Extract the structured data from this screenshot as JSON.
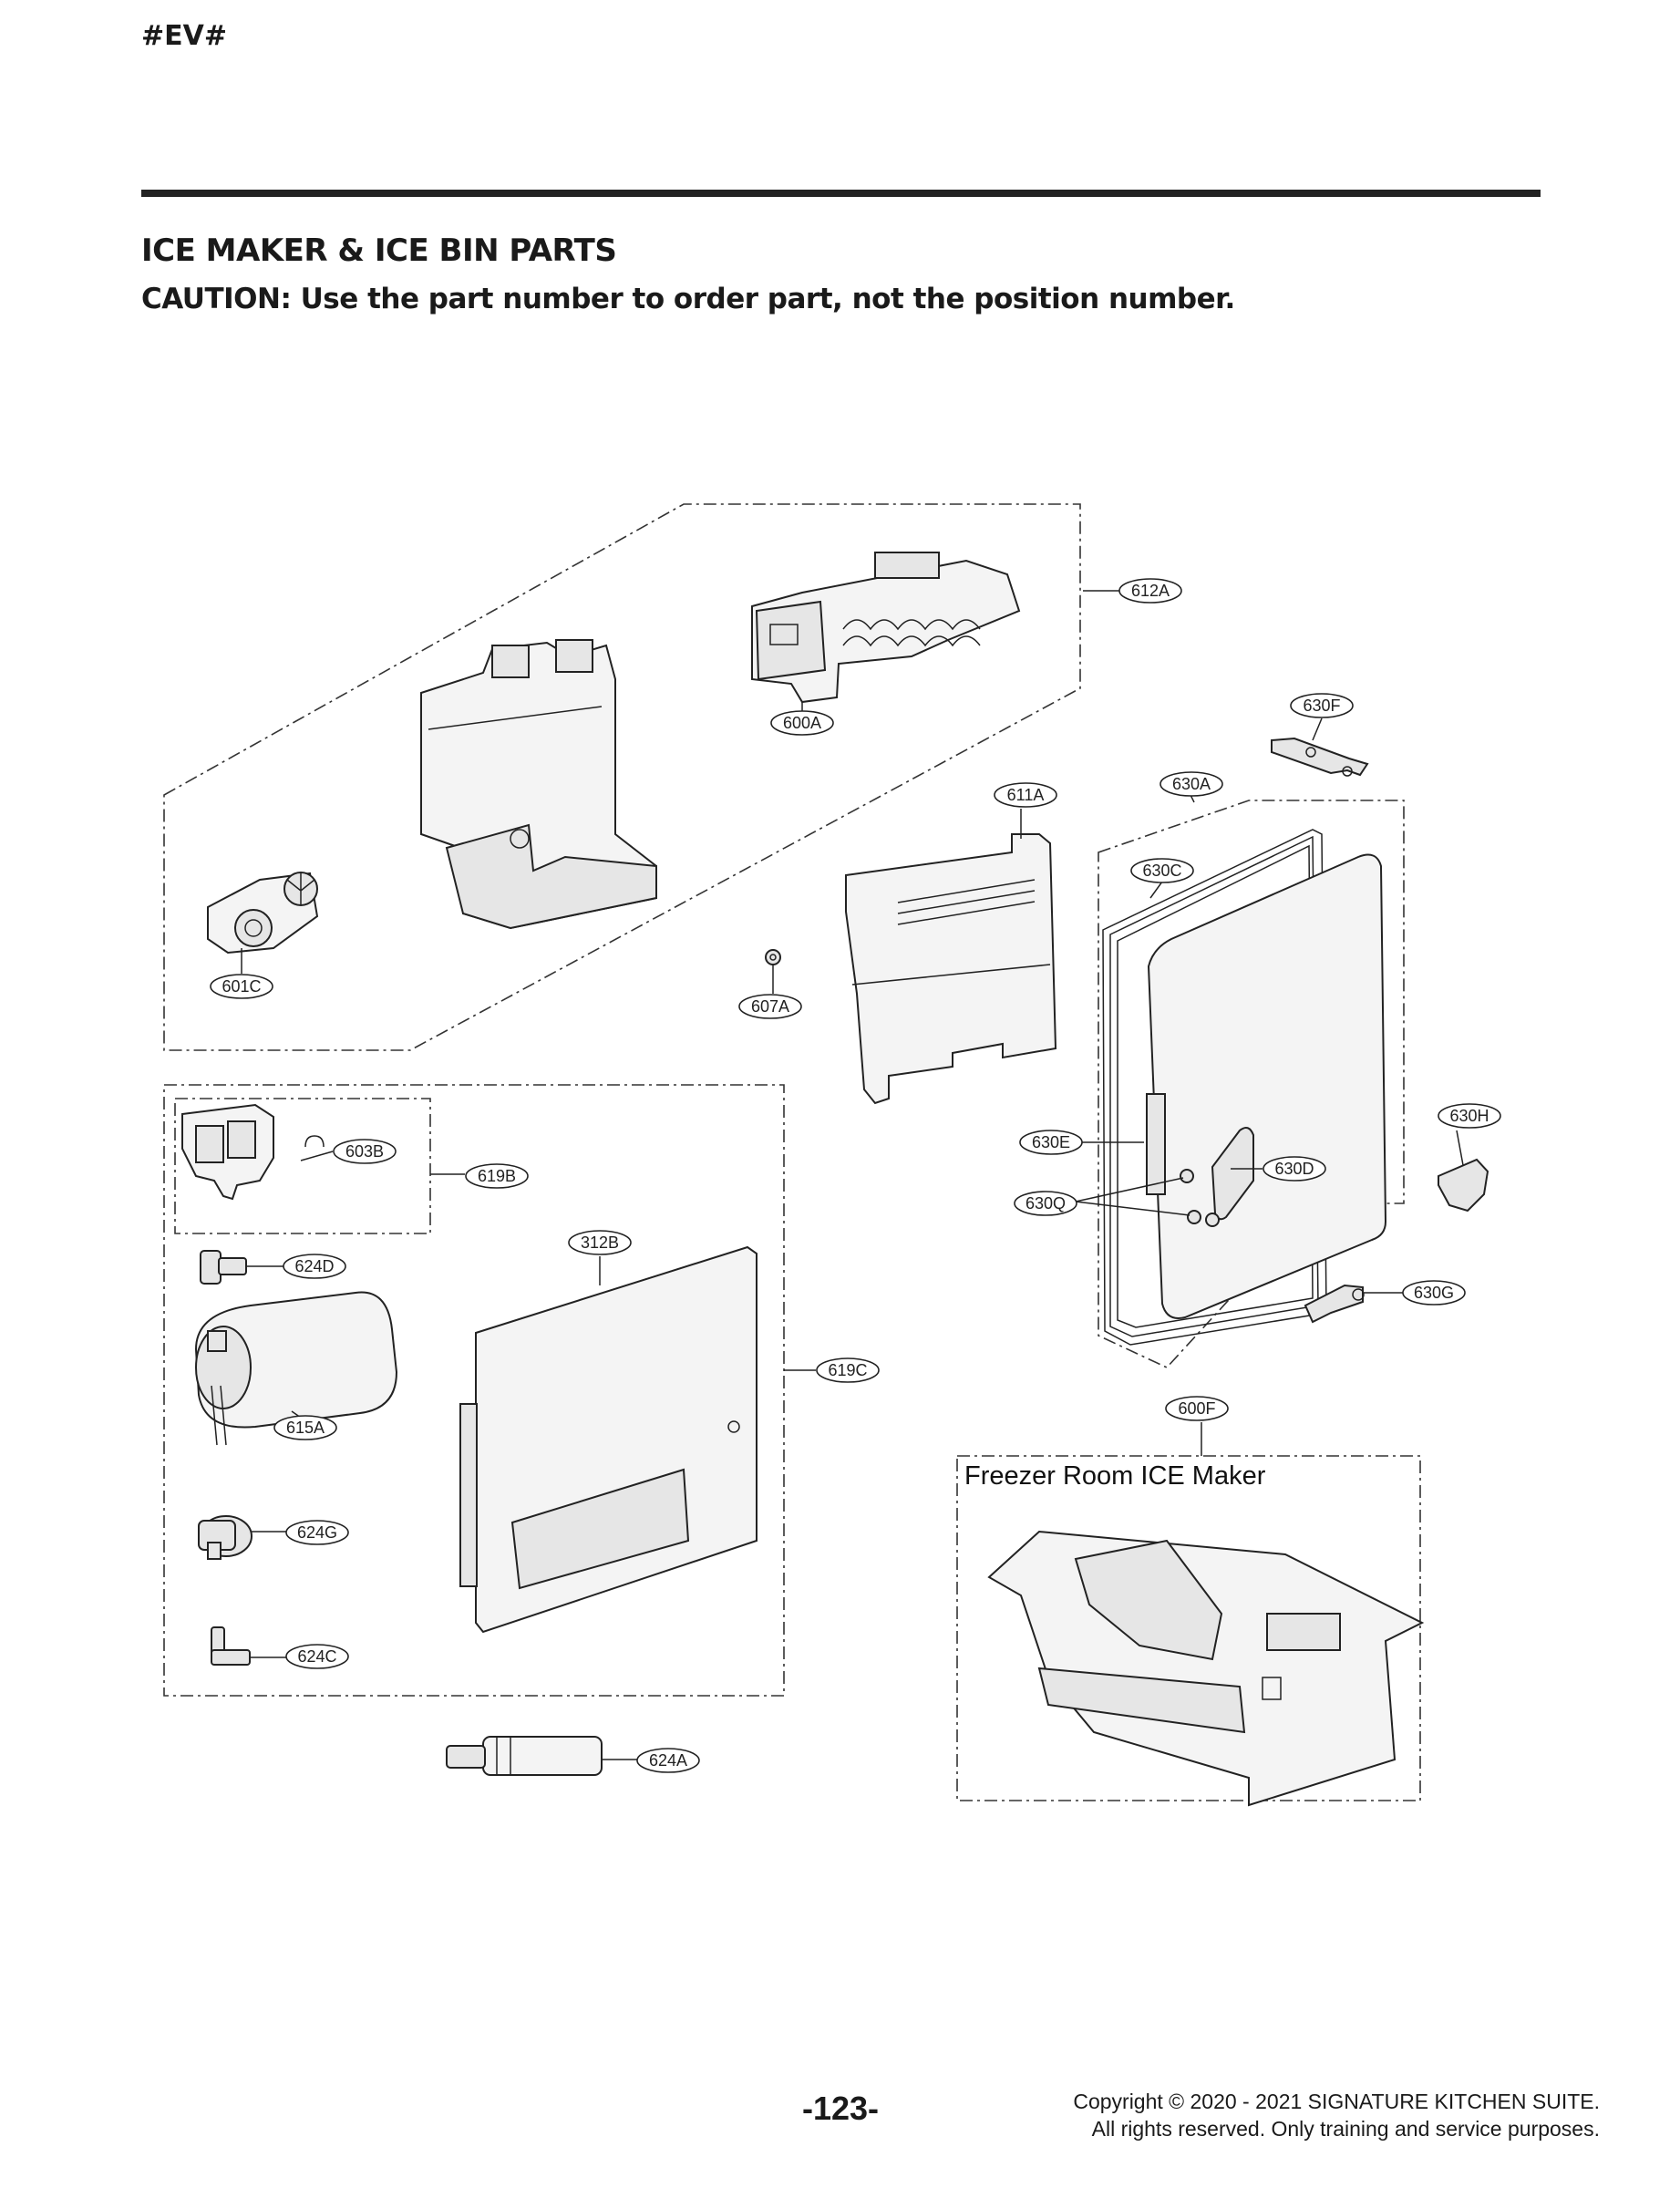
{
  "header": {
    "code": "#EV#",
    "title": "ICE MAKER & ICE BIN PARTS",
    "caution": "CAUTION: Use the part number to order part, not the position number."
  },
  "diagram": {
    "labels": {
      "p612A": "612A",
      "p600A": "600A",
      "p601C": "601C",
      "p607A": "607A",
      "p611A": "611A",
      "p630A": "630A",
      "p630F": "630F",
      "p630C": "630C",
      "p630H": "630H",
      "p630E": "630E",
      "p630D": "630D",
      "p630Q": "630Q",
      "p630G": "630G",
      "p603B": "603B",
      "p619B": "619B",
      "p312B": "312B",
      "p624D": "624D",
      "p619C": "619C",
      "p615A": "615A",
      "p624G": "624G",
      "p624C": "624C",
      "p624A": "624A",
      "p600F": "600F"
    },
    "freezer_caption": "Freezer Room ICE Maker"
  },
  "footer": {
    "page_number": "-123-",
    "copyright_line1": "Copyright © 2020 - 2021 SIGNATURE KITCHEN SUITE.",
    "copyright_line2": "All rights reserved. Only training and service purposes."
  }
}
